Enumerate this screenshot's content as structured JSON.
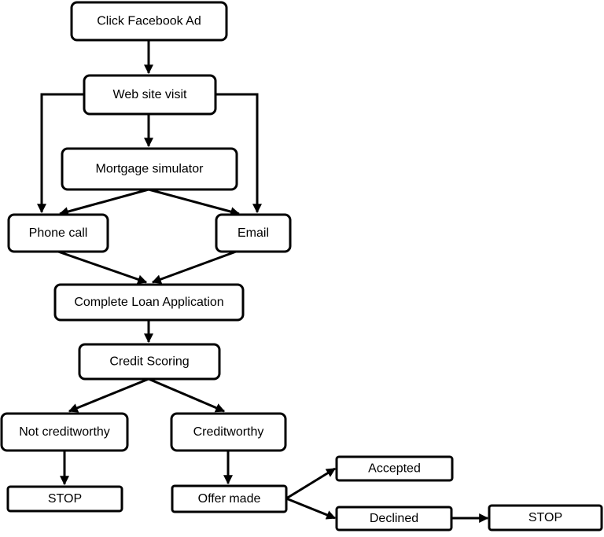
{
  "diagram": {
    "nodes": {
      "click_ad": {
        "label": "Click Facebook Ad"
      },
      "web_visit": {
        "label": "Web site visit"
      },
      "mortgage_sim": {
        "label": "Mortgage simulator"
      },
      "phone_call": {
        "label": "Phone call"
      },
      "email": {
        "label": "Email"
      },
      "loan_app": {
        "label": "Complete Loan Application"
      },
      "credit_scoring": {
        "label": "Credit Scoring"
      },
      "not_creditworthy": {
        "label": "Not creditworthy"
      },
      "creditworthy": {
        "label": "Creditworthy"
      },
      "stop_left": {
        "label": "STOP"
      },
      "offer_made": {
        "label": "Offer made"
      },
      "accepted": {
        "label": "Accepted"
      },
      "declined": {
        "label": "Declined"
      },
      "stop_right": {
        "label": "STOP"
      }
    },
    "edges": [
      {
        "from": "click_ad",
        "to": "web_visit"
      },
      {
        "from": "web_visit",
        "to": "mortgage_sim"
      },
      {
        "from": "web_visit",
        "to": "phone_call"
      },
      {
        "from": "web_visit",
        "to": "email"
      },
      {
        "from": "mortgage_sim",
        "to": "phone_call"
      },
      {
        "from": "mortgage_sim",
        "to": "email"
      },
      {
        "from": "phone_call",
        "to": "loan_app"
      },
      {
        "from": "email",
        "to": "loan_app"
      },
      {
        "from": "loan_app",
        "to": "credit_scoring"
      },
      {
        "from": "credit_scoring",
        "to": "not_creditworthy"
      },
      {
        "from": "credit_scoring",
        "to": "creditworthy"
      },
      {
        "from": "not_creditworthy",
        "to": "stop_left"
      },
      {
        "from": "creditworthy",
        "to": "offer_made"
      },
      {
        "from": "offer_made",
        "to": "accepted"
      },
      {
        "from": "offer_made",
        "to": "declined"
      },
      {
        "from": "declined",
        "to": "stop_right"
      }
    ],
    "colors": {
      "stroke": "#000000",
      "fill": "#ffffff",
      "text": "#000000"
    }
  }
}
